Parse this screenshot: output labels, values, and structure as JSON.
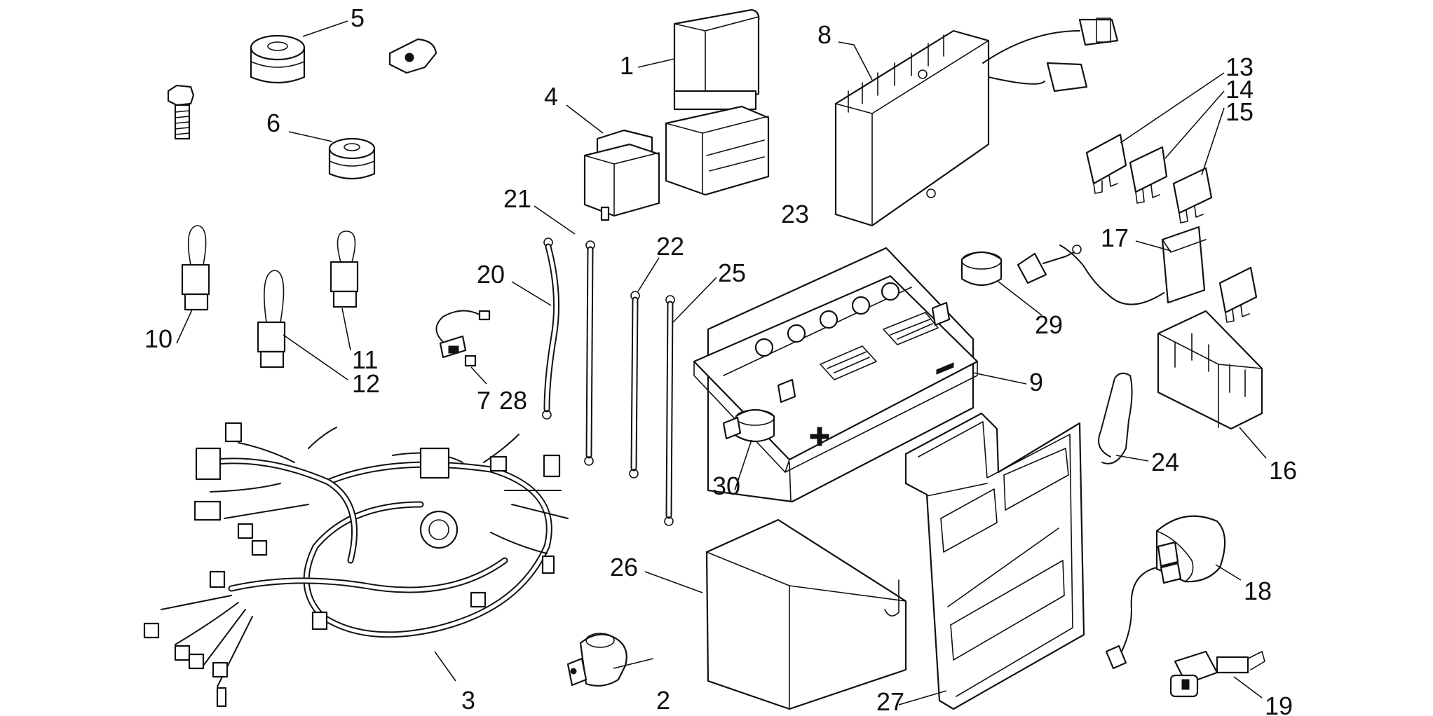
{
  "callouts": [
    "1",
    "2",
    "3",
    "4",
    "5",
    "6",
    "7",
    "8",
    "9",
    "10",
    "11",
    "12",
    "13",
    "14",
    "15",
    "16",
    "17",
    "18",
    "19",
    "20",
    "21",
    "22",
    "23",
    "24",
    "25",
    "26",
    "27",
    "28",
    "29",
    "30"
  ]
}
